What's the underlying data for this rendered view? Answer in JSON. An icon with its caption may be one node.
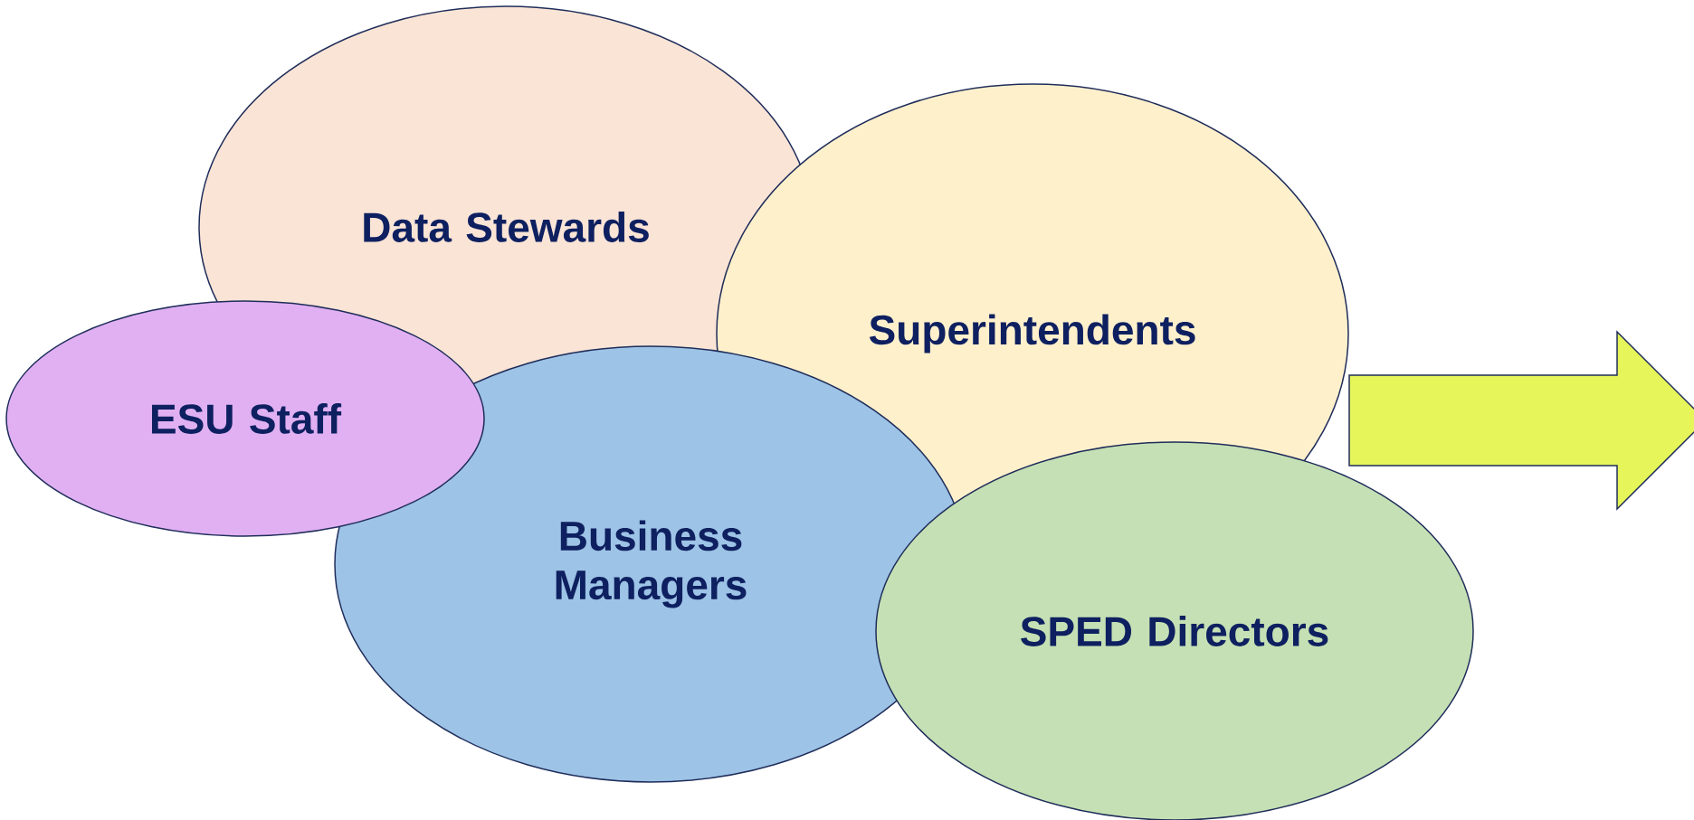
{
  "diagram": {
    "nodes": [
      {
        "text": [
          "Data Stewards"
        ]
      },
      {
        "text": [
          "Superintendents"
        ]
      },
      {
        "text": [
          "ESU Staff"
        ]
      },
      {
        "text": [
          "Business Managers"
        ]
      },
      {
        "text": [
          "SPED Directors"
        ]
      }
    ]
  }
}
